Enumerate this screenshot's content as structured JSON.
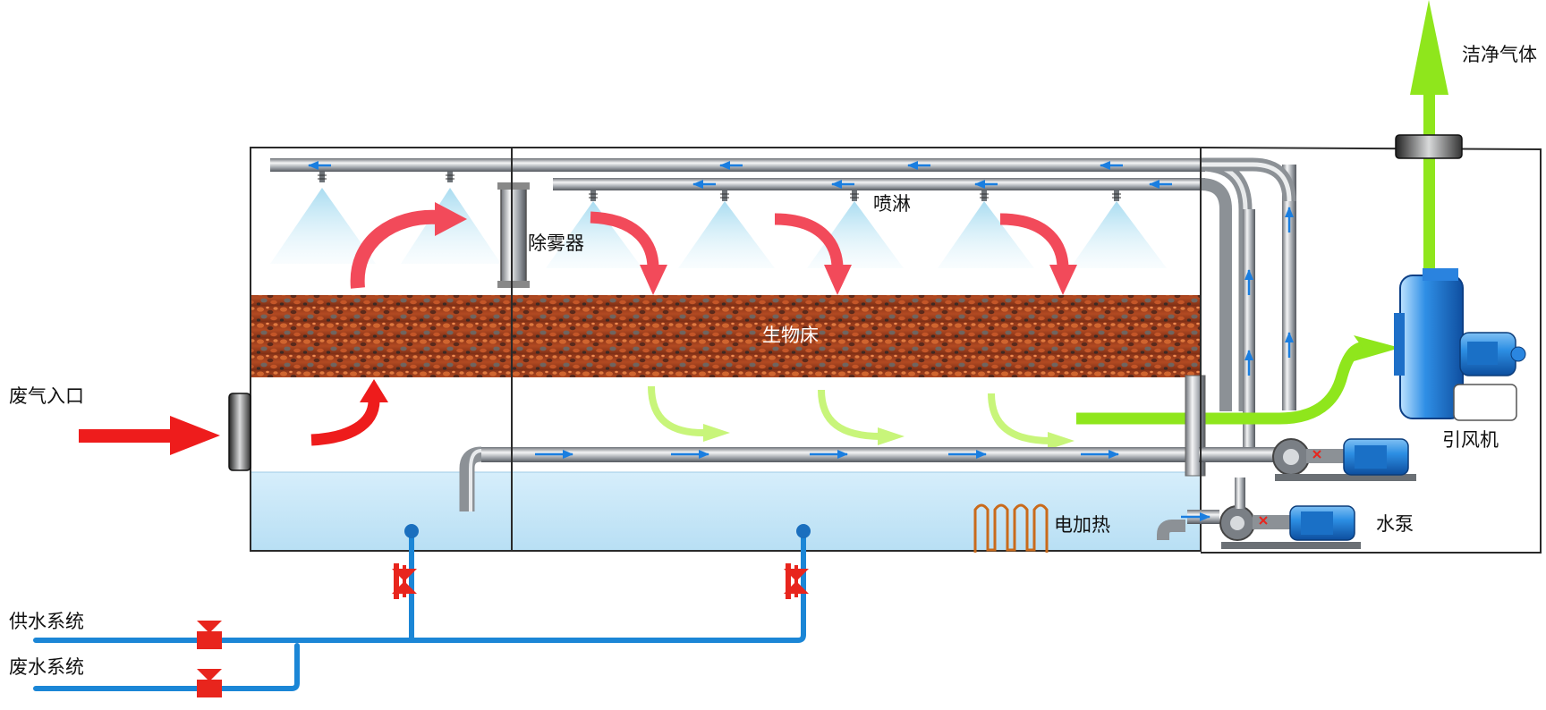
{
  "labels": {
    "clean_gas": "洁净气体",
    "spray": "喷淋",
    "demister": "除雾器",
    "biobed": "生物床",
    "waste_gas_inlet": "废气入口",
    "induced_fan": "引风机",
    "electric_heating": "电加热",
    "water_pump": "水泵",
    "water_supply_system": "供水系统",
    "waste_water_system": "废水系统"
  },
  "colors": {
    "inlet_arrow": "#ee1c1c",
    "gas_arrow": "#f24a5a",
    "clean_arrow": "#8fe61c",
    "light_green_arrow": "#c8f57a",
    "water": "#c8e8f8",
    "pipe": "#a9adb2",
    "blue_pipe": "#1b86d6",
    "flow_arrow": "#1a7ee0",
    "valve": "#e8251d",
    "bed": "#a8431f",
    "spray_cone": "#c9eaf6"
  },
  "icons": [
    "spray-nozzle-icon",
    "demister-icon",
    "pump-icon",
    "motor-icon",
    "fan-icon",
    "valve-icon",
    "heater-coil-icon"
  ]
}
